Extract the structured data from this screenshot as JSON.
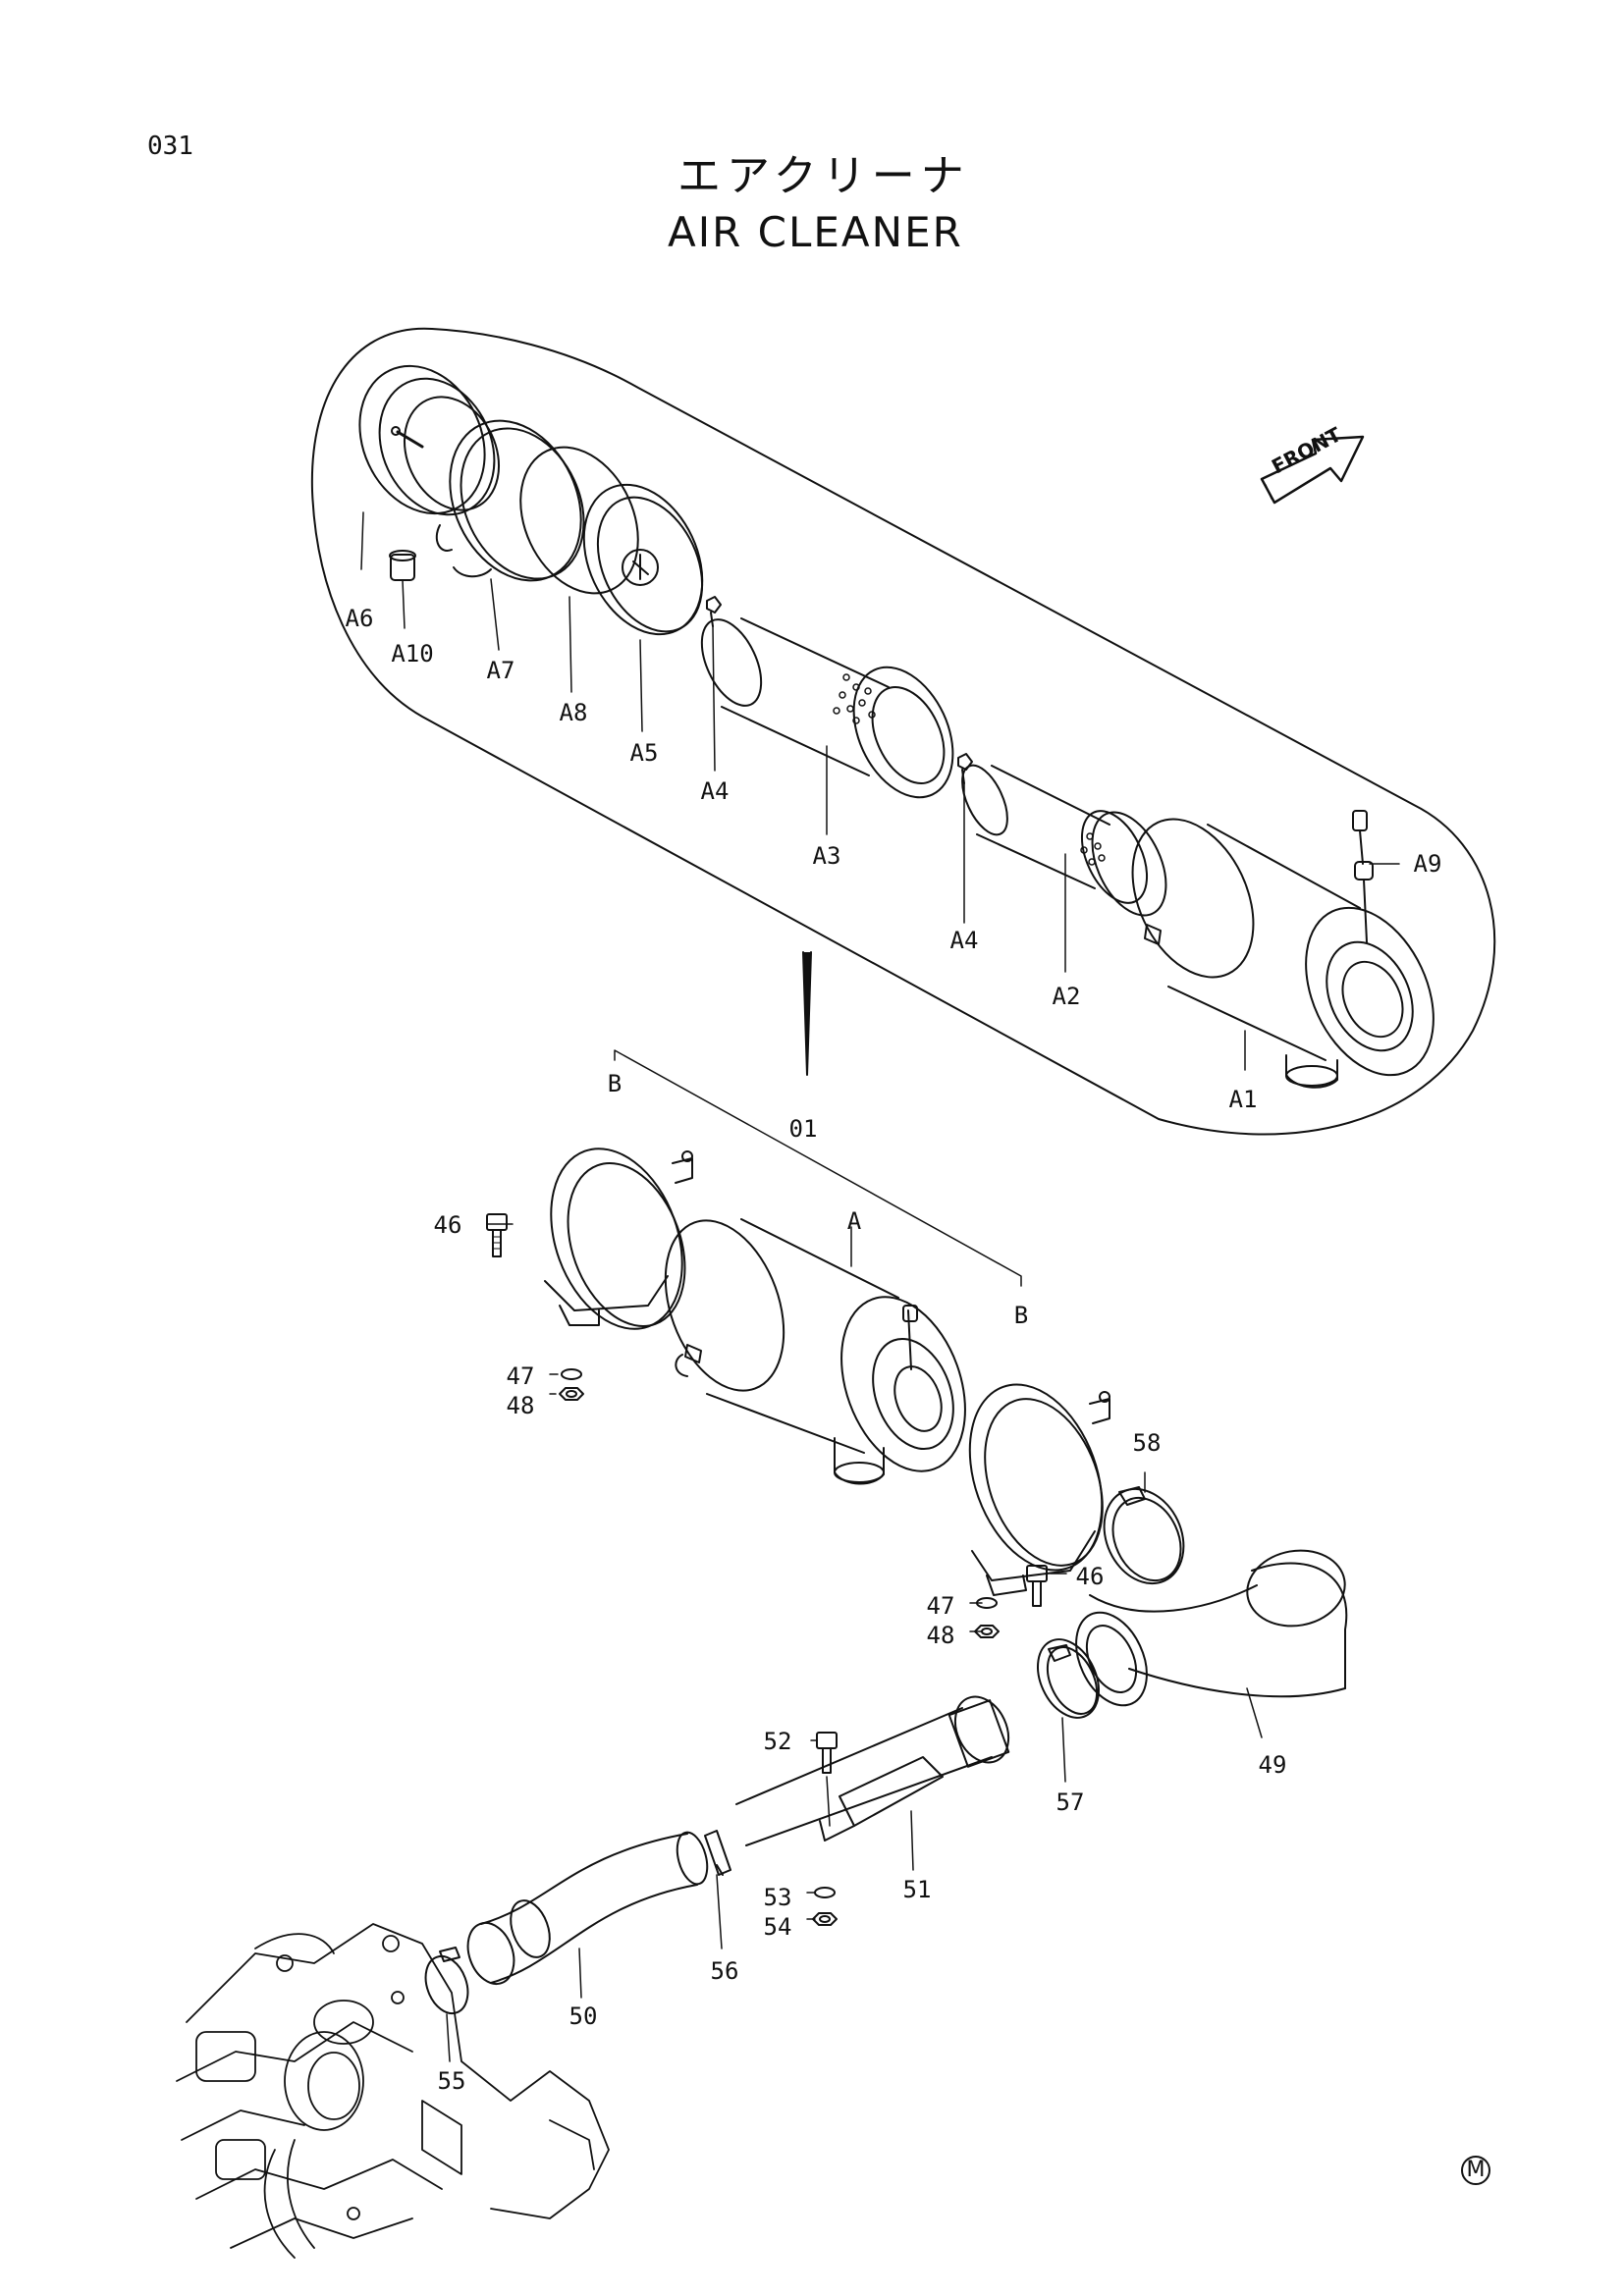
{
  "page_number": "031",
  "title_jp": "エアクリーナ",
  "title_en": "AIR CLEANER",
  "front_marker": "FRONT",
  "catalog_mark": "M",
  "callouts": {
    "a6": "A6",
    "a10": "A10",
    "a7": "A7",
    "a8": "A8",
    "a5": "A5",
    "a4_top": "A4",
    "a3": "A3",
    "a4_bottom": "A4",
    "a2": "A2",
    "a9": "A9",
    "a1": "A1",
    "b_left": "B",
    "assembly": "01",
    "a_main": "A",
    "b_right": "B",
    "p46_left": "46",
    "p47_left": "47",
    "p48_left": "48",
    "p58": "58",
    "p46_right": "46",
    "p47_right": "47",
    "p48_right": "48",
    "p52": "52",
    "p57": "57",
    "p49": "49",
    "p51": "51",
    "p53": "53",
    "p54": "54",
    "p56": "56",
    "p50": "50",
    "p55": "55"
  }
}
